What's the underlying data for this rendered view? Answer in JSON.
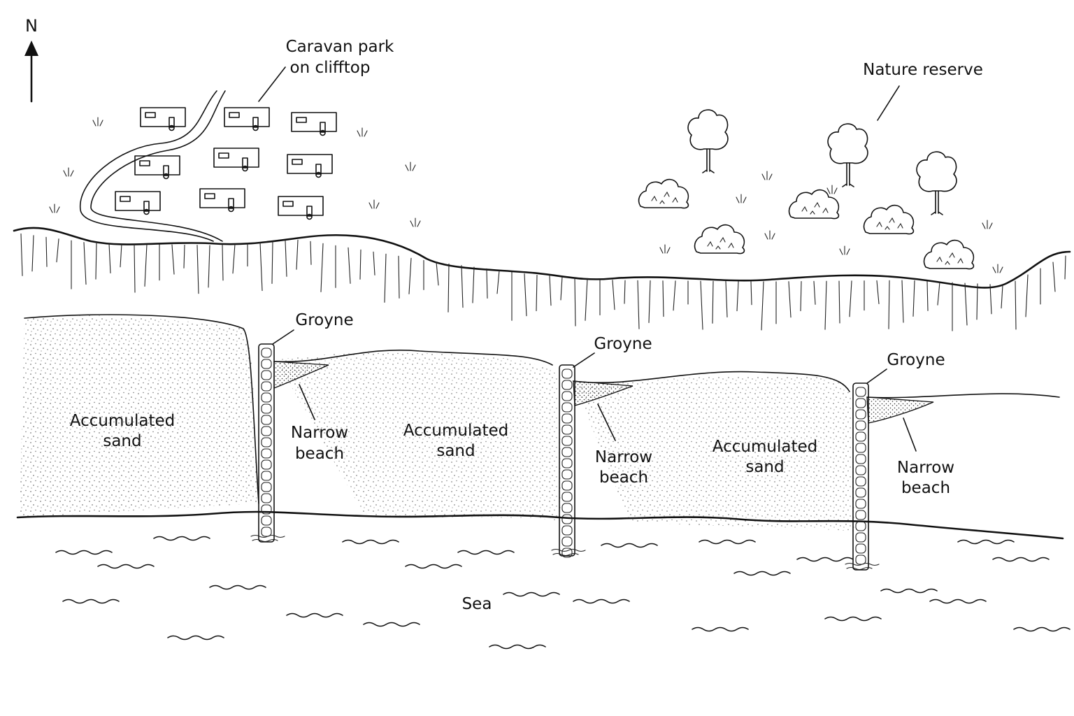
{
  "compass": {
    "label": "N"
  },
  "caravan_park": {
    "label_line1": "Caravan park",
    "label_line2": "on clifftop"
  },
  "nature_reserve": {
    "label": "Nature reserve"
  },
  "groynes": [
    {
      "label": "Groyne"
    },
    {
      "label": "Groyne"
    },
    {
      "label": "Groyne"
    }
  ],
  "sand_zones": [
    {
      "line1": "Accumulated",
      "line2": "sand"
    },
    {
      "line1": "Accumulated",
      "line2": "sand"
    },
    {
      "line1": "Accumulated",
      "line2": "sand"
    }
  ],
  "narrow_beaches": [
    {
      "line1": "Narrow",
      "line2": "beach"
    },
    {
      "line1": "Narrow",
      "line2": "beach"
    },
    {
      "line1": "Narrow",
      "line2": "beach"
    }
  ],
  "sea": {
    "label": "Sea"
  }
}
